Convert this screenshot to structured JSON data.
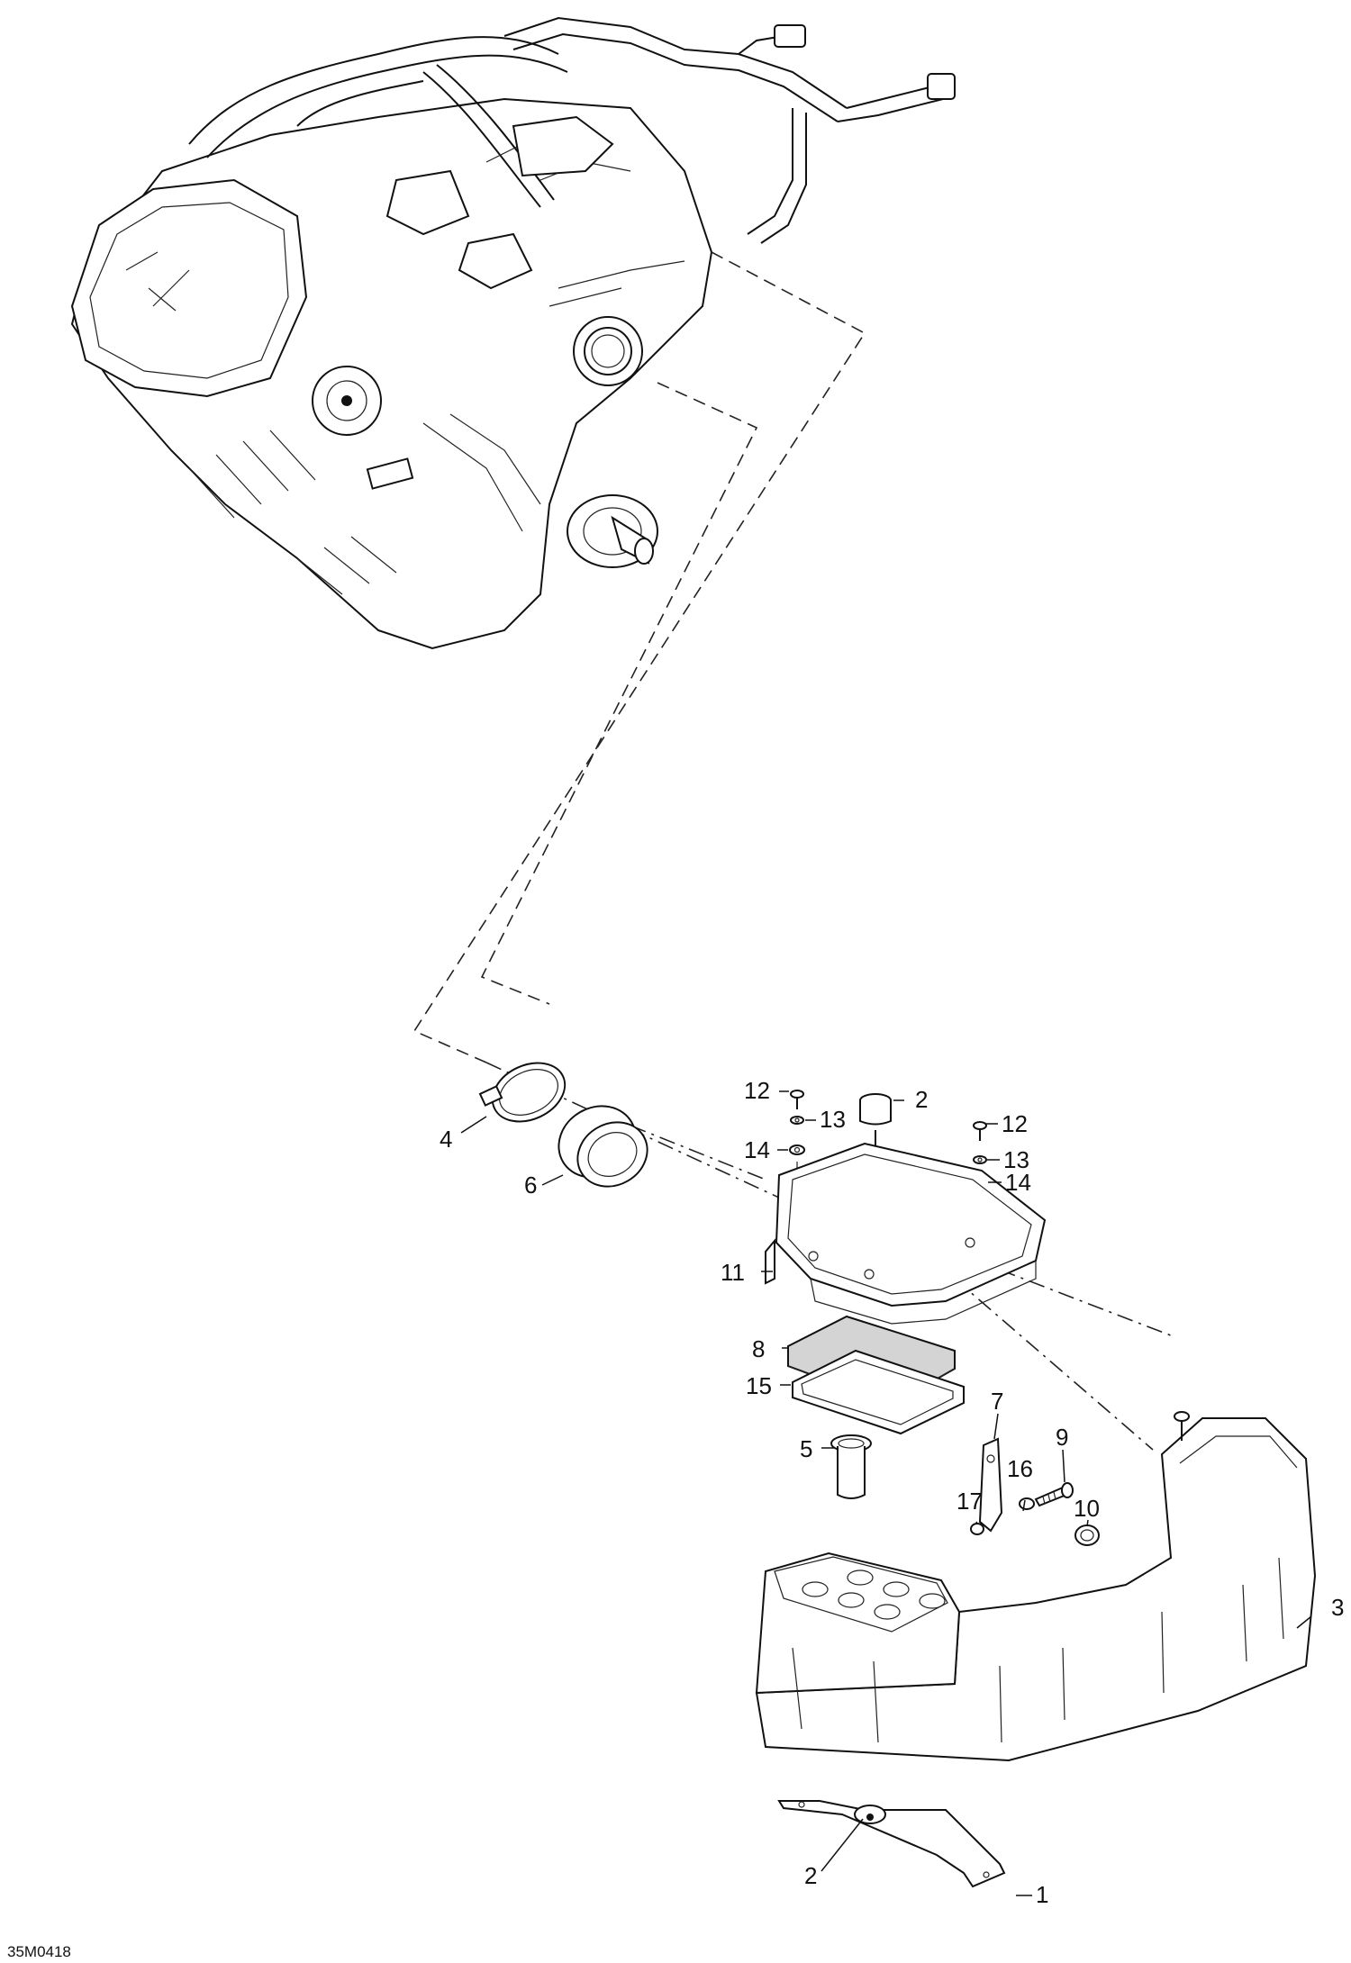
{
  "diagram": {
    "reference_code": "35M0418",
    "callouts": {
      "c1": "1",
      "c2_cap": "2",
      "c2_bottom": "2",
      "c3": "3",
      "c4": "4",
      "c5": "5",
      "c6": "6",
      "c7": "7",
      "c8": "8",
      "c9": "9",
      "c10": "10",
      "c11": "11",
      "c12_left": "12",
      "c12_right": "12",
      "c13_left": "13",
      "c13_right": "13",
      "c14_left": "14",
      "c14_right": "14",
      "c15": "15",
      "c16": "16",
      "c17": "17"
    }
  }
}
